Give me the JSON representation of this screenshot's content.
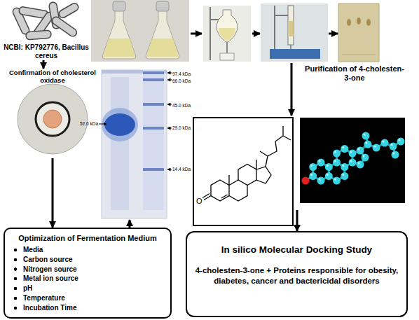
{
  "diagram": {
    "nodes": [
      {
        "text": [
          "NCBI: KP792776, Bacillus cereus"
        ]
      },
      {
        "text": [
          "Confirmation of cholesterol oxidase"
        ]
      },
      {
        "text": [
          "97.4 kDa",
          "66.0 kDa",
          "45.0 kDa",
          "52.0 kDa",
          "29.0 kDa",
          "14.4 kDa"
        ]
      },
      {
        "text": [
          "Optimization of Fermentation Medium",
          "Media",
          "Carbon source",
          "Nitrogen source",
          "Metal ion source",
          "pH",
          "Temperature",
          "Incubation Time"
        ]
      },
      {
        "text": [
          "Purification of 4-cholesten-3-one"
        ]
      },
      {
        "text": [
          "In silico Molecular Docking Study",
          "4-cholesten-3-one + Proteins responsible for obesity, diabetes, cancer and bactericidal disorders"
        ]
      }
    ],
    "edges": [
      {
        "from": 0,
        "to": 1,
        "arrow": "to"
      },
      {
        "from": 1,
        "to": 3,
        "arrow": "to"
      },
      {
        "from": 3,
        "to": 2,
        "arrow": "to"
      },
      {
        "from": 4,
        "to": 5,
        "arrow": "to"
      }
    ],
    "labels": [
      "O"
    ]
  }
}
